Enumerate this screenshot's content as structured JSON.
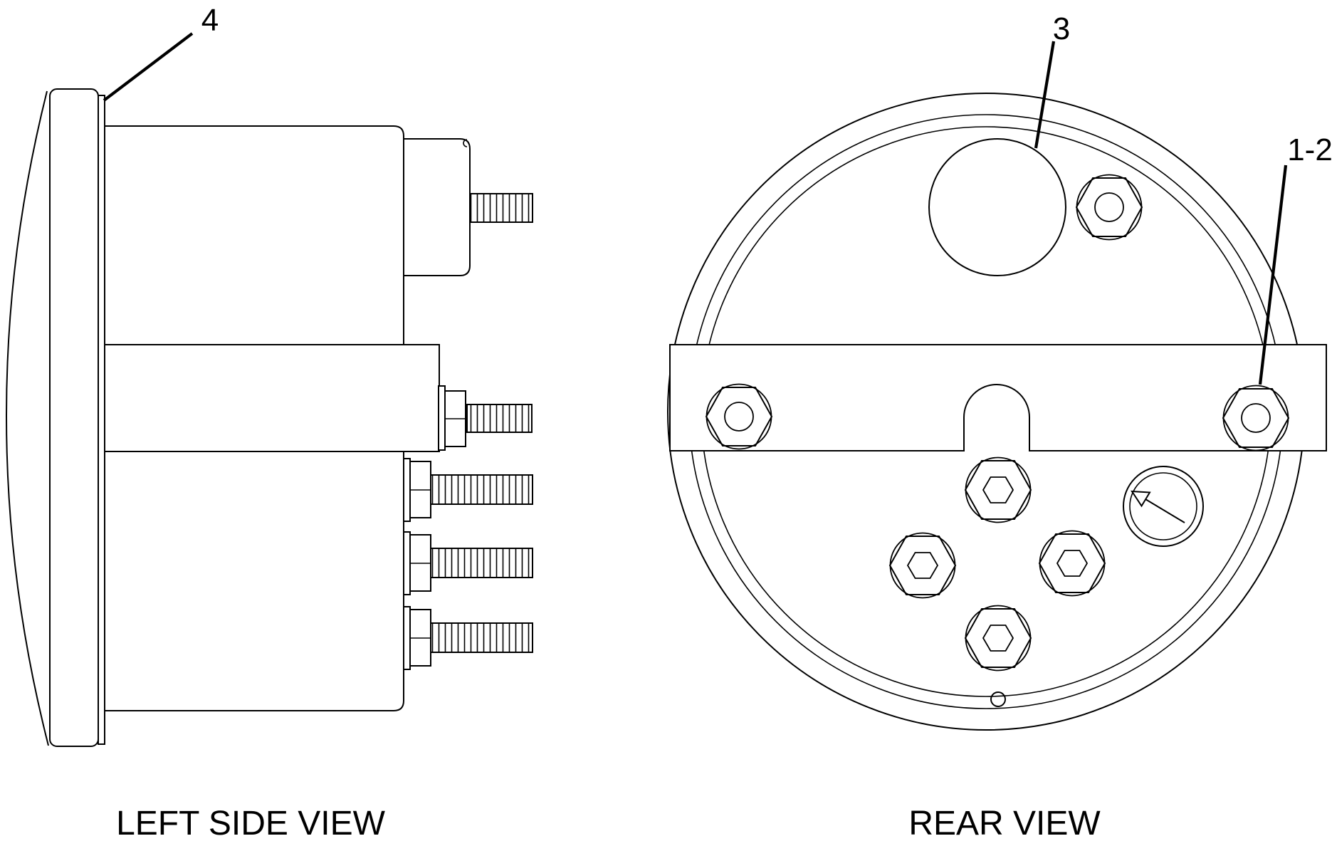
{
  "drawing": {
    "background_color": "#ffffff",
    "ink_color": "#000000",
    "views": {
      "left_side": {
        "label": "LEFT SIDE VIEW"
      },
      "rear": {
        "label": "REAR VIEW"
      }
    },
    "callouts": [
      {
        "id": "4",
        "label": "4"
      },
      {
        "id": "3",
        "label": "3"
      },
      {
        "id": "1-2",
        "label": "1-2"
      }
    ]
  }
}
